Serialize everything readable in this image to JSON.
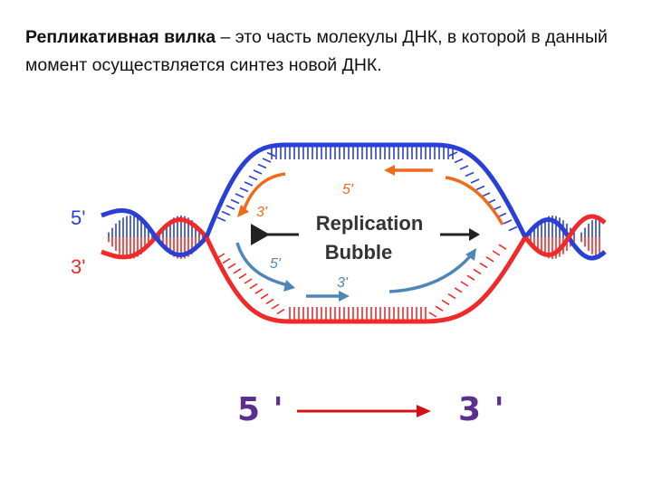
{
  "heading": {
    "term": "Репликативная вилка",
    "definition": " – это часть молекулы ДНК, в которой в данный момент осуществляется синтез новой ДНК."
  },
  "diagram": {
    "bubble_label_line1": "Replication",
    "bubble_label_line2": "Bubble",
    "left_5_prime": "5'",
    "left_3_prime": "3'",
    "top_new_strand_5": "5'",
    "top_new_strand_3": "3'",
    "bottom_new_strand_5": "5'",
    "bottom_new_strand_3": "3'",
    "colors": {
      "blue_strand": "#2a3fd6",
      "red_strand": "#ef2a2a",
      "new_orange": "#f06a1c",
      "new_blue": "#4f86b8",
      "label_purple": "#5a2f8e",
      "arrow_red": "#d01414"
    }
  },
  "direction": {
    "start": "5 '",
    "end": "3 '"
  }
}
